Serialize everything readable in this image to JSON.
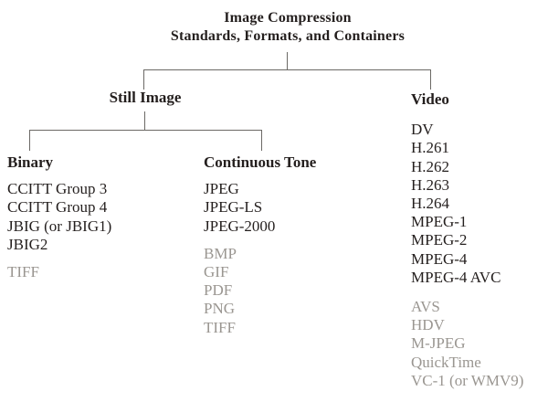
{
  "title": {
    "line1": "Image Compression",
    "line2": "Standards, Formats, and Containers"
  },
  "still_image": {
    "label": "Still Image"
  },
  "binary": {
    "label": "Binary",
    "items": [
      "CCITT Group 3",
      "CCITT Group 4",
      "JBIG (or JBIG1)",
      "JBIG2"
    ],
    "muted_items": [
      "TIFF"
    ]
  },
  "continuous_tone": {
    "label": "Continuous Tone",
    "items": [
      "JPEG",
      "JPEG-LS",
      "JPEG-2000"
    ],
    "muted_items": [
      "BMP",
      "GIF",
      "PDF",
      "PNG",
      "TIFF"
    ]
  },
  "video": {
    "label": "Video",
    "items": [
      "DV",
      "H.261",
      "H.262",
      "H.263",
      "H.264",
      "MPEG-1",
      "MPEG-2",
      "MPEG-4",
      "MPEG-4 AVC"
    ],
    "muted_items": [
      "AVS",
      "HDV",
      "M-JPEG",
      "QuickTime",
      "VC-1 (or WMV9)"
    ]
  },
  "colors": {
    "ink": "#241f1e",
    "muted_ink": "#9a9691",
    "connector_line": "#6b6965",
    "background": "#ffffff"
  }
}
